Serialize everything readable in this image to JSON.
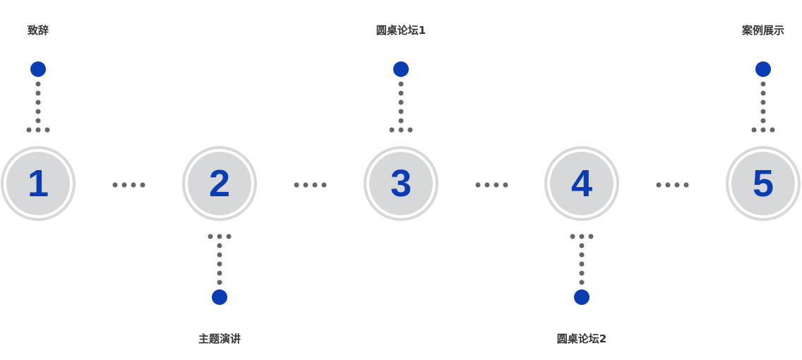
{
  "steps": [
    {
      "number": "1",
      "label": "致辞",
      "position": "top"
    },
    {
      "number": "2",
      "label": "主题演讲",
      "position": "bottom"
    },
    {
      "number": "3",
      "label": "圆桌论坛1",
      "position": "top"
    },
    {
      "number": "4",
      "label": "圆桌论坛2",
      "position": "bottom"
    },
    {
      "number": "5",
      "label": "案例展示",
      "position": "top"
    }
  ],
  "colors": {
    "accent": "#0a3db3",
    "ring": "#d7d8da",
    "dots": "#666666",
    "text": "#333333"
  }
}
